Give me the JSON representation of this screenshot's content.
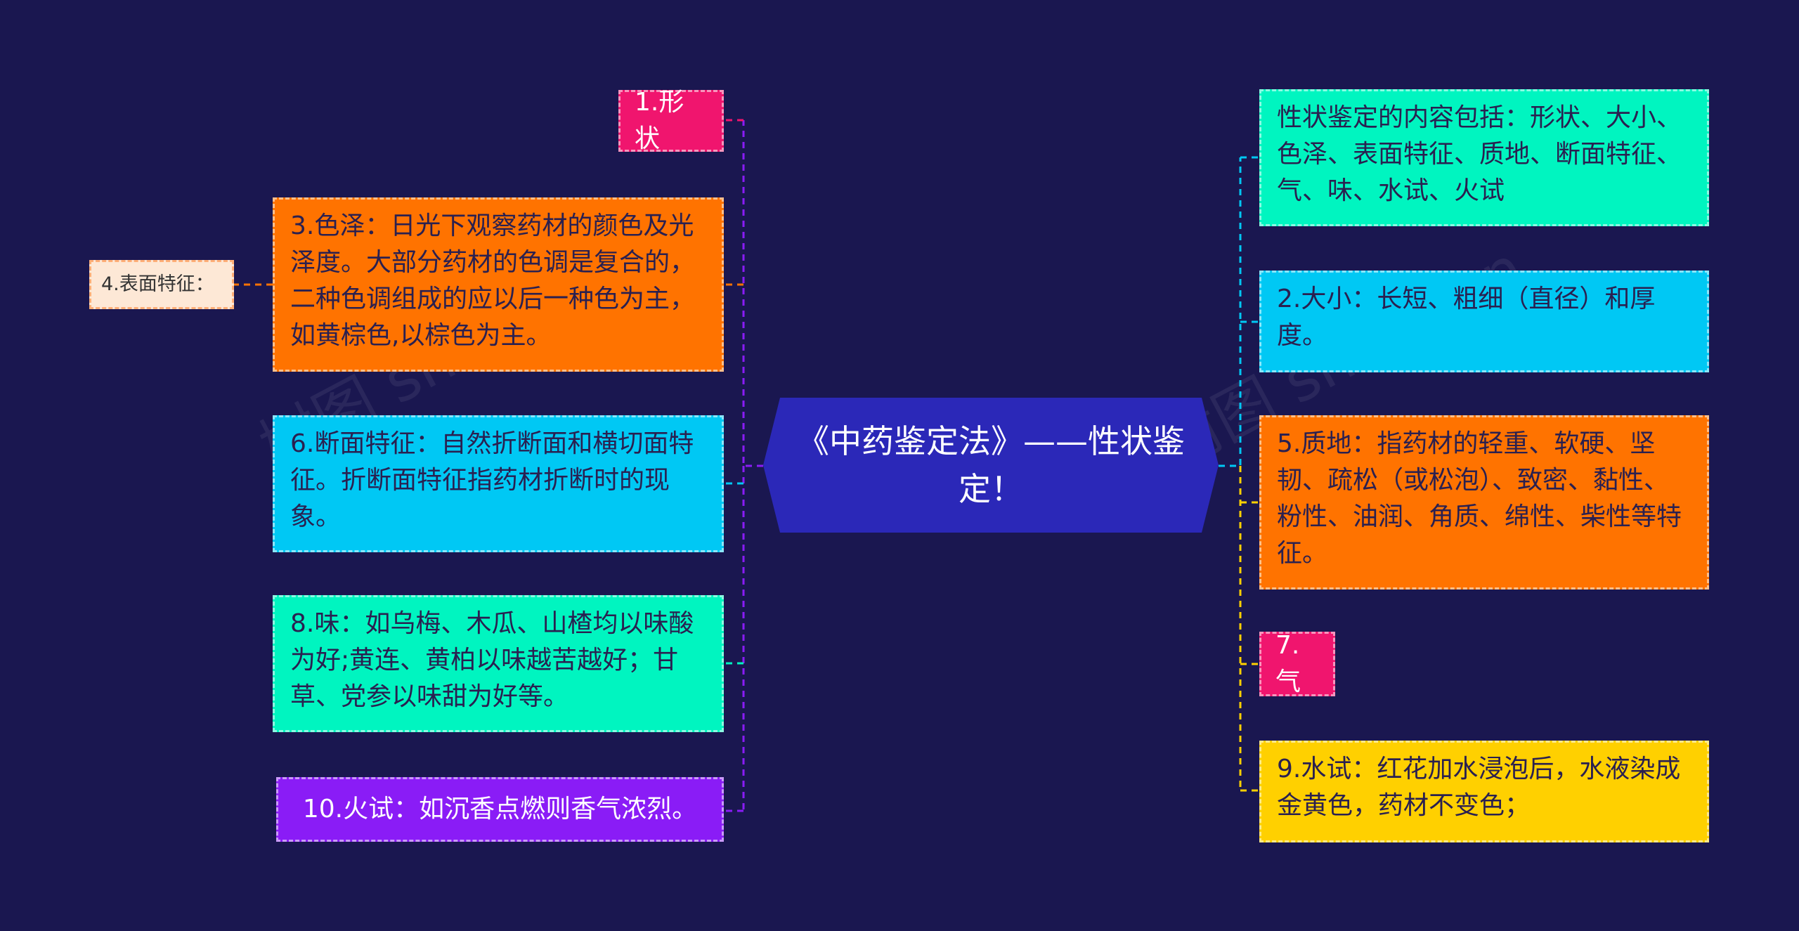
{
  "watermark": "树图 shutu.cn",
  "center": {
    "label": "《中药鉴定法》——性状鉴定！",
    "color": "#2b28b8"
  },
  "left_nodes": [
    {
      "id": "n1",
      "label": "1.形状",
      "color": "#f0156e",
      "text_color": "#ffffff"
    },
    {
      "id": "n3",
      "label": "3.色泽：日光下观察药材的颜色及光泽度。大部分药材的色调是复合的，二种色调组成的应以后一种色为主，如黄棕色,以棕色为主。",
      "color": "#ff7300",
      "text_color": "#2a2050"
    },
    {
      "id": "n4",
      "label": "4.表面特征：",
      "color": "#fde8d6",
      "text_color": "#333333"
    },
    {
      "id": "n6",
      "label": "6.断面特征：自然折断面和横切面特征。折断面特征指药材折断时的现象。",
      "color": "#00c8f4",
      "text_color": "#2a2050"
    },
    {
      "id": "n8",
      "label": "8.味：如乌梅、木瓜、山楂均以味酸为好;黄连、黄柏以味越苦越好；甘草、党参以味甜为好等。",
      "color": "#00f5c0",
      "text_color": "#2a2050"
    },
    {
      "id": "n10",
      "label": "10.火试：如沉香点燃则香气浓烈。",
      "color": "#8a1cf6",
      "text_color": "#ffffff"
    }
  ],
  "right_nodes": [
    {
      "id": "r0",
      "label": "性状鉴定的内容包括：形状、大小、色泽、表面特征、质地、断面特征、气、味、水试、火试",
      "color": "#00f5c0",
      "text_color": "#2a2050"
    },
    {
      "id": "r2",
      "label": "2.大小：长短、粗细（直径）和厚度。",
      "color": "#00c8f4",
      "text_color": "#2a2050"
    },
    {
      "id": "r5",
      "label": "5.质地：指药材的轻重、软硬、坚韧、疏松（或松泡）、致密、黏性、粉性、油润、角质、绵性、柴性等特征。",
      "color": "#ff7300",
      "text_color": "#2a2050"
    },
    {
      "id": "r7",
      "label": "7.气",
      "color": "#f0156e",
      "text_color": "#ffffff"
    },
    {
      "id": "r9",
      "label": "9.水试：红花加水浸泡后，水液染成金黄色，药材不变色；",
      "color": "#ffd000",
      "text_color": "#2a2050"
    }
  ],
  "link_colors": {
    "n1": "#f0156e",
    "n3": "#ff7300",
    "n4": "#ff7300",
    "n6": "#00c8f4",
    "n8": "#00f5c0",
    "n10": "#8a1cf6",
    "left_trunk": "#8a1cf6",
    "r0": "#00c8f4",
    "r2": "#00c8f4",
    "r5": "#ffd000",
    "r7": "#ffd000",
    "r9": "#ffd000",
    "right_trunk": "#ffd000"
  }
}
